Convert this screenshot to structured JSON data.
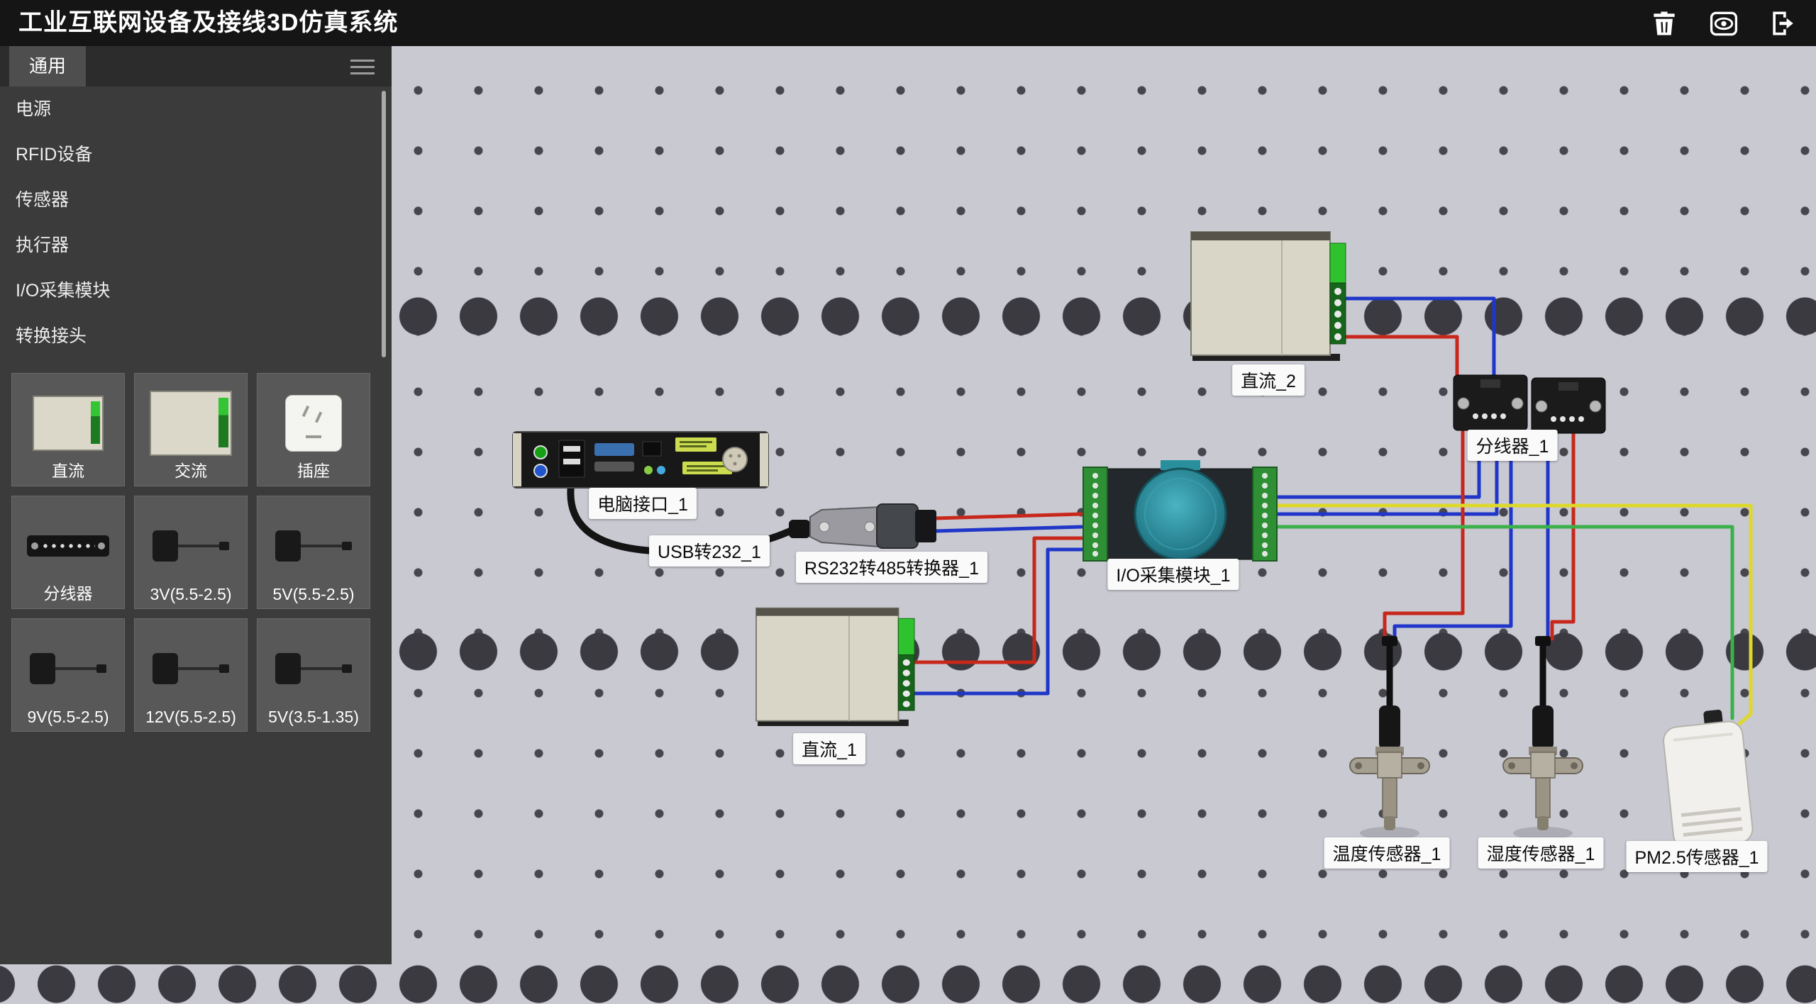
{
  "app": {
    "title": "工业互联网设备及接线3D仿真系统"
  },
  "topbar": {
    "icons": [
      {
        "name": "delete-icon"
      },
      {
        "name": "view-icon"
      },
      {
        "name": "exit-icon"
      }
    ]
  },
  "sidebar": {
    "tab": "通用",
    "menu_icon": "hamburger-menu-icon",
    "categories": [
      "电源",
      "RFID设备",
      "传感器",
      "执行器",
      "I/O采集模块",
      "转换接头"
    ],
    "tiles": [
      {
        "label": "直流",
        "icon": "dc-power-thumbnail"
      },
      {
        "label": "交流",
        "icon": "ac-power-thumbnail"
      },
      {
        "label": "插座",
        "icon": "socket-thumbnail"
      },
      {
        "label": "分线器",
        "icon": "splitter-thumbnail"
      },
      {
        "label": "3V(5.5-2.5)",
        "icon": "adapter-thumbnail"
      },
      {
        "label": "5V(5.5-2.5)",
        "icon": "adapter-thumbnail"
      },
      {
        "label": "9V(5.5-2.5)",
        "icon": "adapter-thumbnail"
      },
      {
        "label": "12V(5.5-2.5)",
        "icon": "adapter-thumbnail"
      },
      {
        "label": "5V(3.5-1.35)",
        "icon": "adapter-thumbnail"
      }
    ]
  },
  "canvas": {
    "device_labels": {
      "dc2": "直流_2",
      "splitter1": "分线器_1",
      "pc1": "电脑接口_1",
      "usb232": "USB转232_1",
      "rs232_485": "RS232转485转换器_1",
      "io1": "I/O采集模块_1",
      "dc1": "直流_1",
      "temp1": "温度传感器_1",
      "hum1": "湿度传感器_1",
      "pm25": "PM2.5传感器_1"
    },
    "wire_colors": {
      "red": "#c8281c",
      "blue": "#2036c8",
      "green": "#3cb04a",
      "yellow": "#ded82a",
      "black": "#141414"
    },
    "background": "#c9c9d2"
  }
}
